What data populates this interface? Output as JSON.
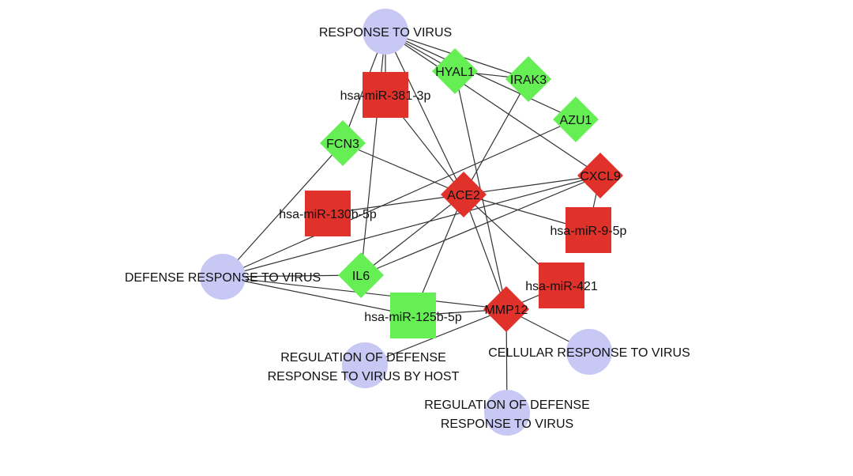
{
  "colors": {
    "mirna": "#e0312a",
    "gene_up": "#e0312a",
    "gene_down": "#66ee55",
    "term": "#c8c8f4",
    "edge": "#333333"
  },
  "nodes": [
    {
      "id": "rtv",
      "label": "RESPONSE TO VIRUS",
      "kind": "term"
    },
    {
      "id": "drtv",
      "label": "DEFENSE RESPONSE TO VIRUS",
      "kind": "term"
    },
    {
      "id": "rdrh",
      "label": "REGULATION OF DEFENSE",
      "label2": "RESPONSE TO VIRUS BY HOST",
      "kind": "term"
    },
    {
      "id": "rdr",
      "label": "REGULATION OF DEFENSE",
      "label2": "RESPONSE TO VIRUS",
      "kind": "term"
    },
    {
      "id": "crtv",
      "label": "CELLULAR RESPONSE TO VIRUS",
      "kind": "term"
    },
    {
      "id": "m381",
      "label": "hsa-miR-381-3p",
      "kind": "mirna",
      "color": "red"
    },
    {
      "id": "m130",
      "label": "hsa-miR-130b-5p",
      "kind": "mirna",
      "color": "red"
    },
    {
      "id": "m9",
      "label": "hsa-miR-9-5p",
      "kind": "mirna",
      "color": "red"
    },
    {
      "id": "m421",
      "label": "hsa-miR-421",
      "kind": "mirna",
      "color": "red"
    },
    {
      "id": "m125",
      "label": "hsa-miR-125b-5p",
      "kind": "mirna",
      "color": "green"
    },
    {
      "id": "hyal1",
      "label": "HYAL1",
      "kind": "gene",
      "color": "green"
    },
    {
      "id": "irak3",
      "label": "IRAK3",
      "kind": "gene",
      "color": "green"
    },
    {
      "id": "azu1",
      "label": "AZU1",
      "kind": "gene",
      "color": "green"
    },
    {
      "id": "fcn3",
      "label": "FCN3",
      "kind": "gene",
      "color": "green"
    },
    {
      "id": "il6",
      "label": "IL6",
      "kind": "gene",
      "color": "green"
    },
    {
      "id": "ace2",
      "label": "ACE2",
      "kind": "gene",
      "color": "red"
    },
    {
      "id": "cxcl9",
      "label": "CXCL9",
      "kind": "gene",
      "color": "red"
    },
    {
      "id": "mmp12",
      "label": "MMP12",
      "kind": "gene",
      "color": "red"
    }
  ],
  "edges": [
    [
      "rtv",
      "hyal1"
    ],
    [
      "rtv",
      "irak3"
    ],
    [
      "rtv",
      "azu1"
    ],
    [
      "rtv",
      "cxcl9"
    ],
    [
      "rtv",
      "fcn3"
    ],
    [
      "rtv",
      "il6"
    ],
    [
      "rtv",
      "ace2"
    ],
    [
      "rtv",
      "m381"
    ],
    [
      "hyal1",
      "irak3"
    ],
    [
      "hyal1",
      "mmp12"
    ],
    [
      "irak3",
      "ace2"
    ],
    [
      "m381",
      "ace2"
    ],
    [
      "fcn3",
      "ace2"
    ],
    [
      "fcn3",
      "drtv"
    ],
    [
      "m130",
      "ace2"
    ],
    [
      "azu1",
      "drtv"
    ],
    [
      "cxcl9",
      "ace2"
    ],
    [
      "cxcl9",
      "drtv"
    ],
    [
      "cxcl9",
      "il6"
    ],
    [
      "cxcl9",
      "m9"
    ],
    [
      "ace2",
      "m9"
    ],
    [
      "ace2",
      "m421"
    ],
    [
      "ace2",
      "mmp12"
    ],
    [
      "ace2",
      "m125"
    ],
    [
      "ace2",
      "il6"
    ],
    [
      "drtv",
      "il6"
    ],
    [
      "drtv",
      "mmp12"
    ],
    [
      "drtv",
      "m125"
    ],
    [
      "mmp12",
      "m125"
    ],
    [
      "mmp12",
      "m421"
    ],
    [
      "mmp12",
      "rdrh"
    ],
    [
      "mmp12",
      "crtv"
    ],
    [
      "mmp12",
      "rdr"
    ]
  ]
}
